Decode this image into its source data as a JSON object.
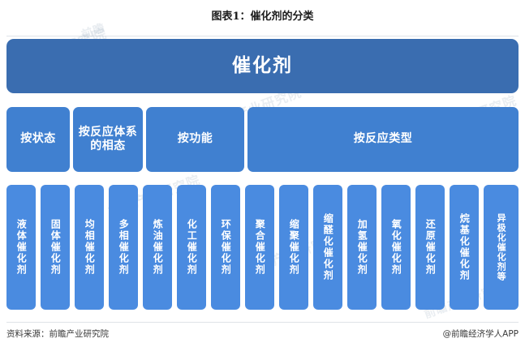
{
  "title": "图表1：催化剂的分类",
  "chart_data": {
    "type": "diagram",
    "title": "图表1：催化剂的分类",
    "root": {
      "label": "催化剂"
    },
    "level2": [
      {
        "label": "按状态"
      },
      {
        "label": "按反应体系的相态"
      },
      {
        "label": "按功能"
      },
      {
        "label": "按反应类型"
      }
    ],
    "level3": [
      {
        "label": "液体催化剂",
        "parent": "按状态"
      },
      {
        "label": "固体催化剂",
        "parent": "按状态"
      },
      {
        "label": "均相催化剂",
        "parent": "按反应体系的相态"
      },
      {
        "label": "多相催化剂",
        "parent": "按反应体系的相态"
      },
      {
        "label": "炼油催化剂",
        "parent": "按功能"
      },
      {
        "label": "化工催化剂",
        "parent": "按功能"
      },
      {
        "label": "环保催化剂",
        "parent": "按功能"
      },
      {
        "label": "聚合催化剂",
        "parent": "按反应类型"
      },
      {
        "label": "缩聚催化剂",
        "parent": "按反应类型"
      },
      {
        "label": "缩醛化催化剂",
        "parent": "按反应类型"
      },
      {
        "label": "加氢催化剂",
        "parent": "按反应类型"
      },
      {
        "label": "氧化催化剂",
        "parent": "按反应类型"
      },
      {
        "label": "还原催化剂",
        "parent": "按反应类型"
      },
      {
        "label": "烷基化催化剂",
        "parent": "按反应类型"
      },
      {
        "label": "异极化催化剂等",
        "parent": "按反应类型"
      }
    ],
    "colors": {
      "root": "#3A6DB0",
      "level2": "#4080D0",
      "level3": "#4A8BE0",
      "text": "#FFFFFF",
      "background": "#FFFFFF"
    }
  },
  "footer": {
    "source": "资料来源：前瞻产业研究院",
    "attribution": "@前瞻经济学人APP"
  },
  "watermarks": {
    "brand": "前瞻产业研究院",
    "short": "前瞻",
    "sub": "QIANZHAN.COM"
  }
}
